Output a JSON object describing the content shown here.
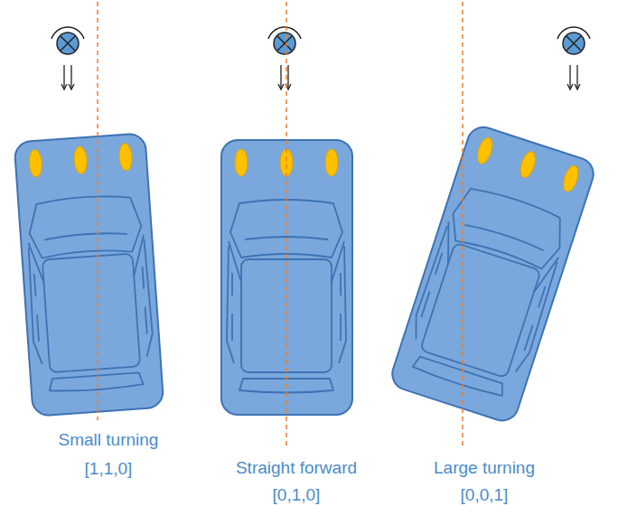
{
  "diagram": {
    "labels": [
      "Small turning",
      "[1,1,0]",
      "Straight forward",
      "[0,1,0]",
      "Large turning",
      "[0,0,1]"
    ]
  }
}
